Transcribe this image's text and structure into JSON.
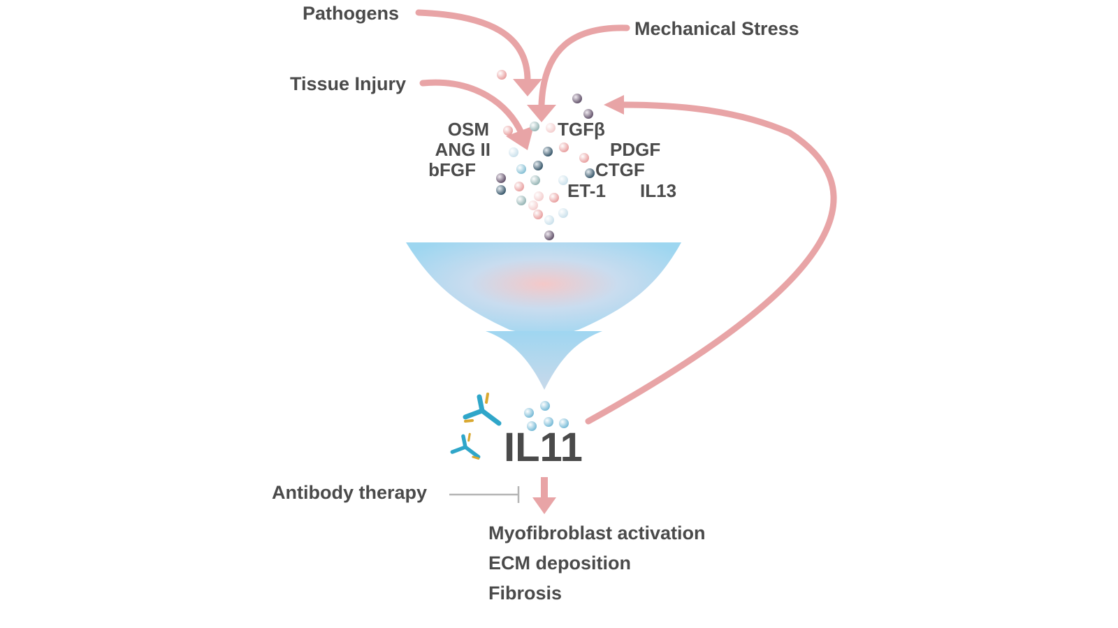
{
  "triggers": {
    "pathogens": "Pathogens",
    "mechanical_stress": "Mechanical Stress",
    "tissue_injury": "Tissue Injury"
  },
  "factors": {
    "osm": "OSM",
    "ang2": "ANG II",
    "bfgf": "bFGF",
    "tgfb": "TGFβ",
    "pdgf": "PDGF",
    "ctgf": "CTGF",
    "et1": "ET-1",
    "il13": "IL13"
  },
  "central": {
    "label": "IL11"
  },
  "therapy": {
    "label": "Antibody therapy"
  },
  "outcomes": [
    "Myofibroblast activation",
    "ECM deposition",
    "Fibrosis"
  ],
  "colors": {
    "arrow": "#e8a4a6",
    "text": "#4a4a4a",
    "funnel_top": "#9dd6f0",
    "funnel_center": "#f4c8c8",
    "inhibitor": "#b5b5b5",
    "antibody_blue": "#2fa6c9",
    "antibody_gold": "#d9a830"
  }
}
